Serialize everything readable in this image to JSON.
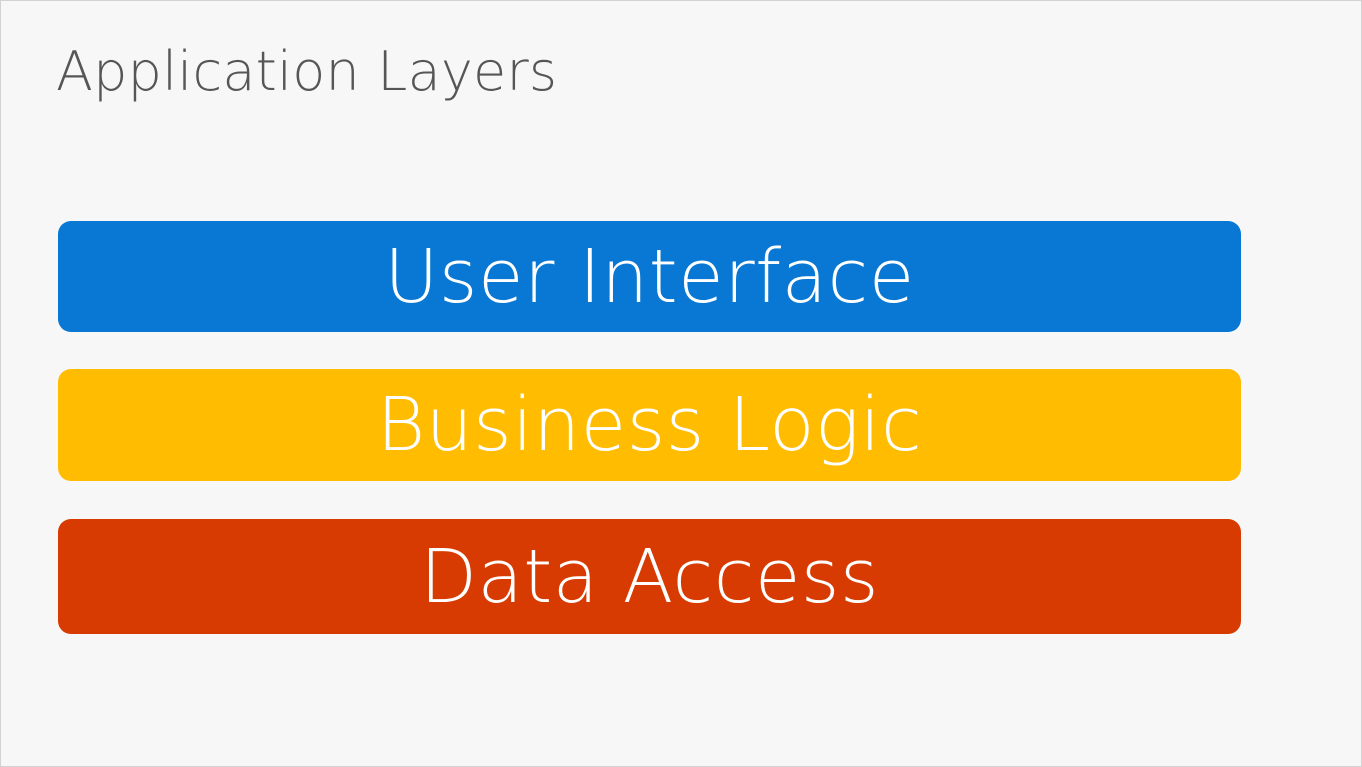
{
  "slide": {
    "title": "Application Layers",
    "background_color": "#F7F7F7",
    "border_color": "#D2D2D2",
    "title_color": "#565656"
  },
  "diagram": {
    "type": "stacked-layers",
    "layers": [
      {
        "label": "User Interface",
        "fill_color": "#0878D4",
        "text_color": "#FFFFFF",
        "order": 1
      },
      {
        "label": "Business Logic",
        "fill_color": "#FFBC00",
        "text_color": "#FFFFFF",
        "order": 2
      },
      {
        "label": "Data Access",
        "fill_color": "#D83B01",
        "text_color": "#FFFFFF",
        "order": 3
      }
    ]
  }
}
